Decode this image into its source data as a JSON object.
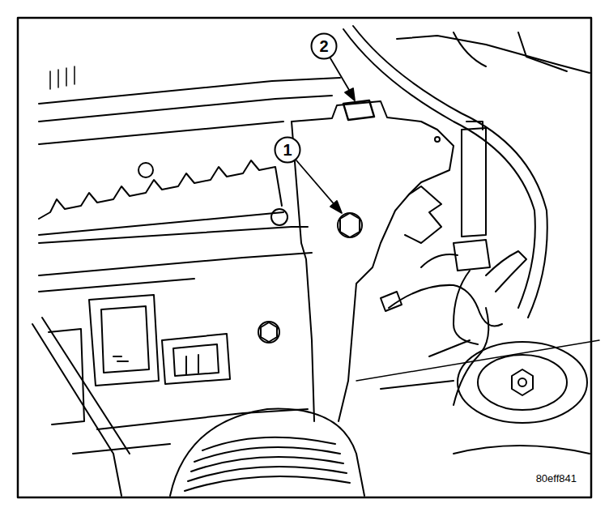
{
  "diagram": {
    "nodes": [
      {
        "text": [
          "1"
        ]
      },
      {
        "text": [
          "2"
        ]
      }
    ],
    "labels": [
      "80eff841"
    ]
  }
}
